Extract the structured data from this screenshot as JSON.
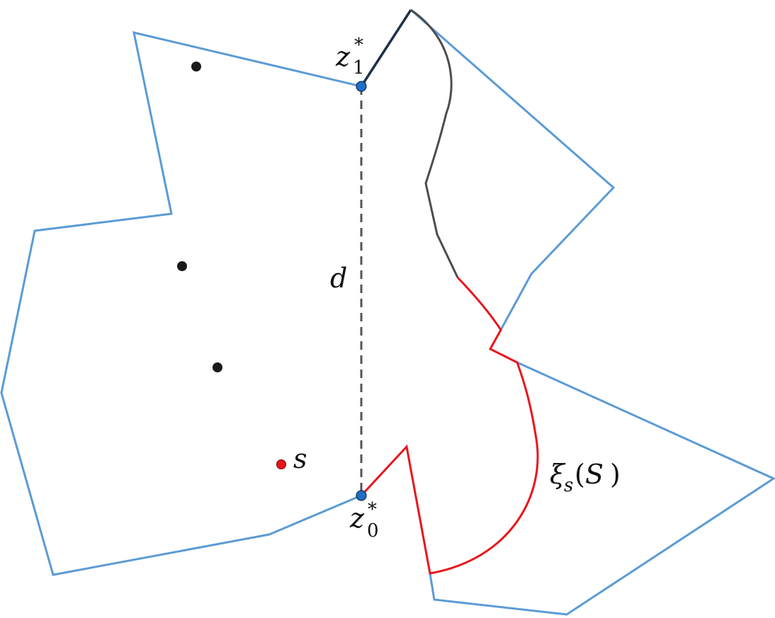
{
  "diagram": {
    "labels": {
      "z1_base": "z",
      "z1_sup": "*",
      "z1_sub": "1",
      "z0_base": "z",
      "z0_sup": "*",
      "z0_sub": "0",
      "d": "d",
      "s": "s",
      "xi_base": "ξ",
      "xi_sub": "s",
      "xi_arg_open": "(",
      "xi_arg": "S",
      "xi_arg_close": ")"
    },
    "colors": {
      "polygon_outline": "#5b9bd5",
      "dark_segment": "#1f3145",
      "gray_curve": "#4d4d4d",
      "red_path": "#e8151b",
      "dashed_line": "#555555",
      "vertex_fill": "#1f6fc7",
      "black_point": "#1a1a1a",
      "red_point": "#e8151b"
    }
  }
}
